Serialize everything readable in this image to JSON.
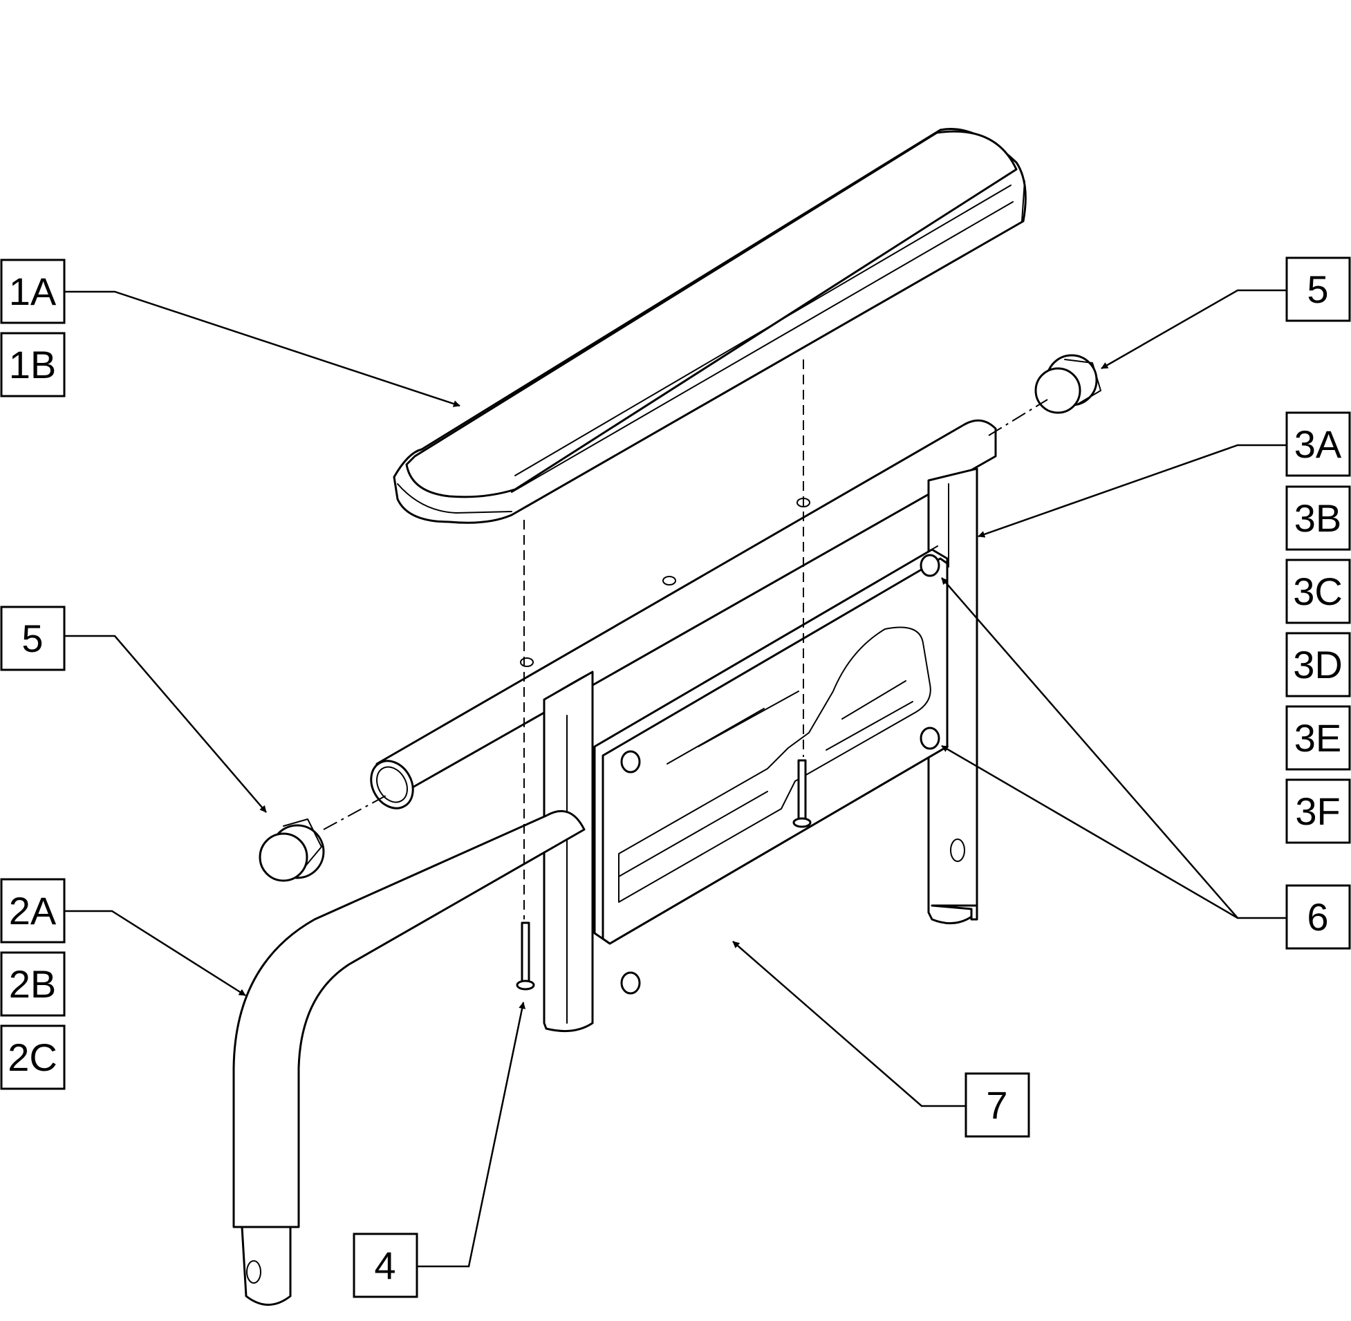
{
  "diagram": {
    "colors": {
      "ink": "#000000",
      "paper": "#ffffff"
    },
    "callouts": [
      {
        "id": "c1a",
        "label": "1A"
      },
      {
        "id": "c1b",
        "label": "1B"
      },
      {
        "id": "c5l",
        "label": "5"
      },
      {
        "id": "c2a",
        "label": "2A"
      },
      {
        "id": "c2b",
        "label": "2B"
      },
      {
        "id": "c2c",
        "label": "2C"
      },
      {
        "id": "c4",
        "label": "4"
      },
      {
        "id": "c7",
        "label": "7"
      },
      {
        "id": "c5r",
        "label": "5"
      },
      {
        "id": "c3a",
        "label": "3A"
      },
      {
        "id": "c3b",
        "label": "3B"
      },
      {
        "id": "c3c",
        "label": "3C"
      },
      {
        "id": "c3d",
        "label": "3D"
      },
      {
        "id": "c3e",
        "label": "3E"
      },
      {
        "id": "c3f",
        "label": "3F"
      },
      {
        "id": "c6",
        "label": "6"
      }
    ]
  }
}
